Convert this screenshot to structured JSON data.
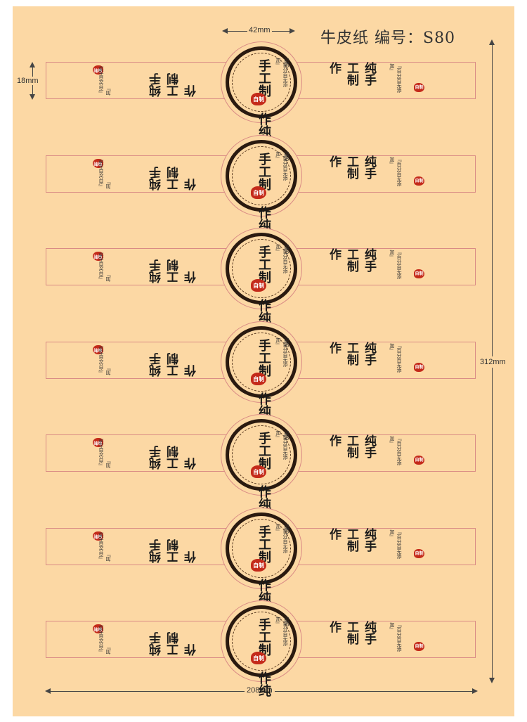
{
  "sheet": {
    "title": "牛皮纸 编号：S80",
    "dimensions": {
      "circle_width": "42mm",
      "band_height": "18mm",
      "total_height": "312mm",
      "total_width": "208mm"
    }
  },
  "label": {
    "main_text": "纯手工制作",
    "slogan": "『百分百无添加』",
    "seal_text": "自制",
    "code": "S80"
  },
  "colors": {
    "kraft": "#fcd8a4",
    "cut_line": "#d98b85",
    "seal_red": "#c42a1a",
    "ink": "#1a1a1a"
  },
  "bands": [
    {
      "id": 1
    },
    {
      "id": 2
    },
    {
      "id": 3
    },
    {
      "id": 4
    },
    {
      "id": 5
    },
    {
      "id": 6
    },
    {
      "id": 7
    }
  ]
}
